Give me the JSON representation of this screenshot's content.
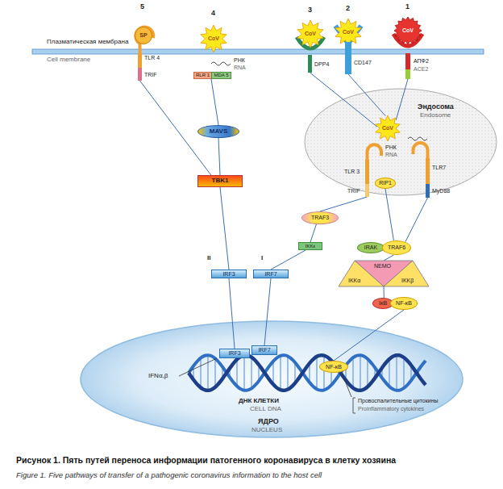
{
  "diagram": {
    "caption": "Рисунок 1. Пять путей переноса информации патогенного коронавируса в клетку хозяина",
    "nodes": [
      {
        "text": [
          "Плазматическая мембрана",
          "Cell membrane"
        ]
      },
      {
        "text": [
          "SP"
        ]
      },
      {
        "text": [
          "TLR 4"
        ]
      },
      {
        "text": [
          "TRIF"
        ]
      },
      {
        "text": [
          "CoV"
        ]
      },
      {
        "text": [
          "RLR 1"
        ]
      },
      {
        "text": [
          "MDA 5"
        ]
      },
      {
        "text": [
          "CoV"
        ]
      },
      {
        "text": [
          "DPP4"
        ]
      },
      {
        "text": [
          "CoV"
        ]
      },
      {
        "text": [
          "CD147"
        ]
      },
      {
        "text": [
          "CoV"
        ]
      },
      {
        "text": [
          "АПФ2",
          "ACE2"
        ]
      },
      {
        "text": [
          "MAVS"
        ]
      },
      {
        "text": [
          "TBK1"
        ]
      },
      {
        "text": [
          "Эндосома",
          "Endosome"
        ]
      },
      {
        "text": [
          "CoV"
        ],
        "in": 15
      },
      {
        "text": [
          "TLR 3"
        ]
      },
      {
        "text": [
          "TRIF"
        ]
      },
      {
        "text": [
          "RIP1"
        ]
      },
      {
        "text": [
          "TLR7"
        ]
      },
      {
        "text": [
          "MyD88"
        ]
      },
      {
        "text": [
          "TRAF3"
        ]
      },
      {
        "text": [
          "IKKε"
        ]
      },
      {
        "text": [
          "IRAK"
        ]
      },
      {
        "text": [
          "TRAF6"
        ]
      },
      {
        "text": [
          "NEMO"
        ]
      },
      {
        "text": [
          "IKKα"
        ]
      },
      {
        "text": [
          "IKKβ"
        ]
      },
      {
        "text": [
          "IκB"
        ]
      },
      {
        "text": [
          "NF-κB"
        ]
      },
      {
        "text": [
          "IRF3"
        ]
      },
      {
        "text": [
          "IRF7"
        ]
      },
      {
        "text": [
          "ЯДРО",
          "NUCLEUS"
        ]
      },
      {
        "text": [
          "IRF3"
        ],
        "in": 33
      },
      {
        "text": [
          "IRF7"
        ],
        "in": 33
      },
      {
        "text": [
          "NF-κB"
        ],
        "in": 33
      }
    ],
    "edges": [
      {
        "from": 3,
        "to": 14,
        "arrow": "none"
      },
      {
        "from": 6,
        "to": 13,
        "arrow": "none"
      },
      {
        "from": 13,
        "to": 14,
        "arrow": "none"
      },
      {
        "from": 14,
        "to": 31,
        "arrow": "none"
      },
      {
        "from": 31,
        "to": 34,
        "arrow": "none"
      },
      {
        "from": 8,
        "to": 16,
        "arrow": "none"
      },
      {
        "from": 10,
        "to": 16,
        "arrow": "none"
      },
      {
        "from": 12,
        "to": 16,
        "arrow": "none"
      },
      {
        "from": 18,
        "to": 22,
        "arrow": "none"
      },
      {
        "from": 19,
        "to": 25,
        "arrow": "none"
      },
      {
        "from": 21,
        "to": 25,
        "arrow": "none"
      },
      {
        "from": 22,
        "to": 23,
        "arrow": "none"
      },
      {
        "from": 23,
        "to": 32,
        "arrow": "none"
      },
      {
        "from": 32,
        "to": 35,
        "arrow": "none"
      },
      {
        "from": 25,
        "to": 26,
        "arrow": "none"
      },
      {
        "from": 26,
        "to": 29,
        "arrow": "none"
      },
      {
        "from": 30,
        "to": 36,
        "arrow": "none"
      }
    ],
    "labels": [
      "5",
      "4",
      "3",
      "2",
      "1",
      "РНК",
      "RNA",
      "РНК",
      "RNA",
      "II",
      "I",
      "IFNα,β",
      "ДНК КЛЕТКИ",
      "CELL DNA",
      "Провоспалительные цитокины",
      "Proinflammatory cytokines",
      "Figure 1. Five pathways of transfer of a pathogenic coronavirus information to the host cell"
    ]
  }
}
